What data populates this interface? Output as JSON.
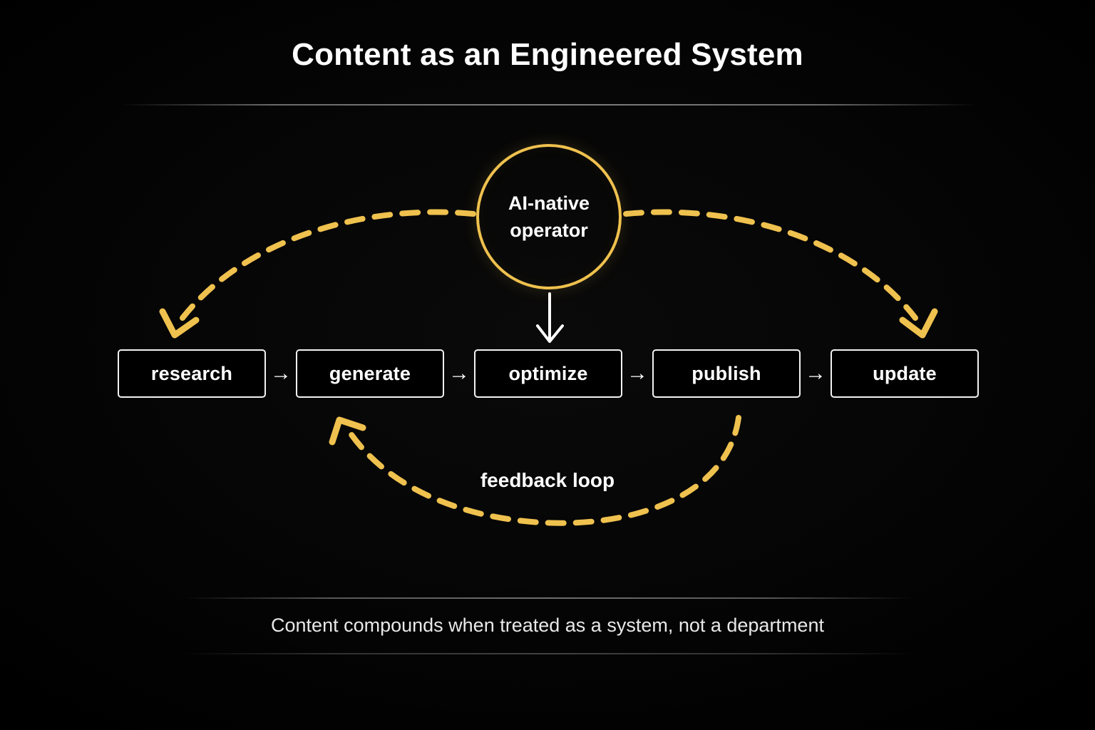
{
  "header": {
    "title": "Content as an Engineered System"
  },
  "hub": {
    "name": "AI-native operator",
    "line1": "AI-native",
    "line2": "operator"
  },
  "pipeline": {
    "connector_glyph": "→",
    "stages": [
      {
        "label": "research"
      },
      {
        "label": "generate"
      },
      {
        "label": "optimize"
      },
      {
        "label": "publish"
      },
      {
        "label": "update"
      }
    ]
  },
  "annotations": {
    "feedback_label": "feedback loop"
  },
  "footer": {
    "caption": "Content compounds when treated as a system, not a department"
  },
  "colors": {
    "background": "#000000",
    "accent_gold": "#EFC14E",
    "text_primary": "#FFFFFF",
    "text_secondary": "#E8E8E8",
    "box_border": "#F2F2F2"
  }
}
